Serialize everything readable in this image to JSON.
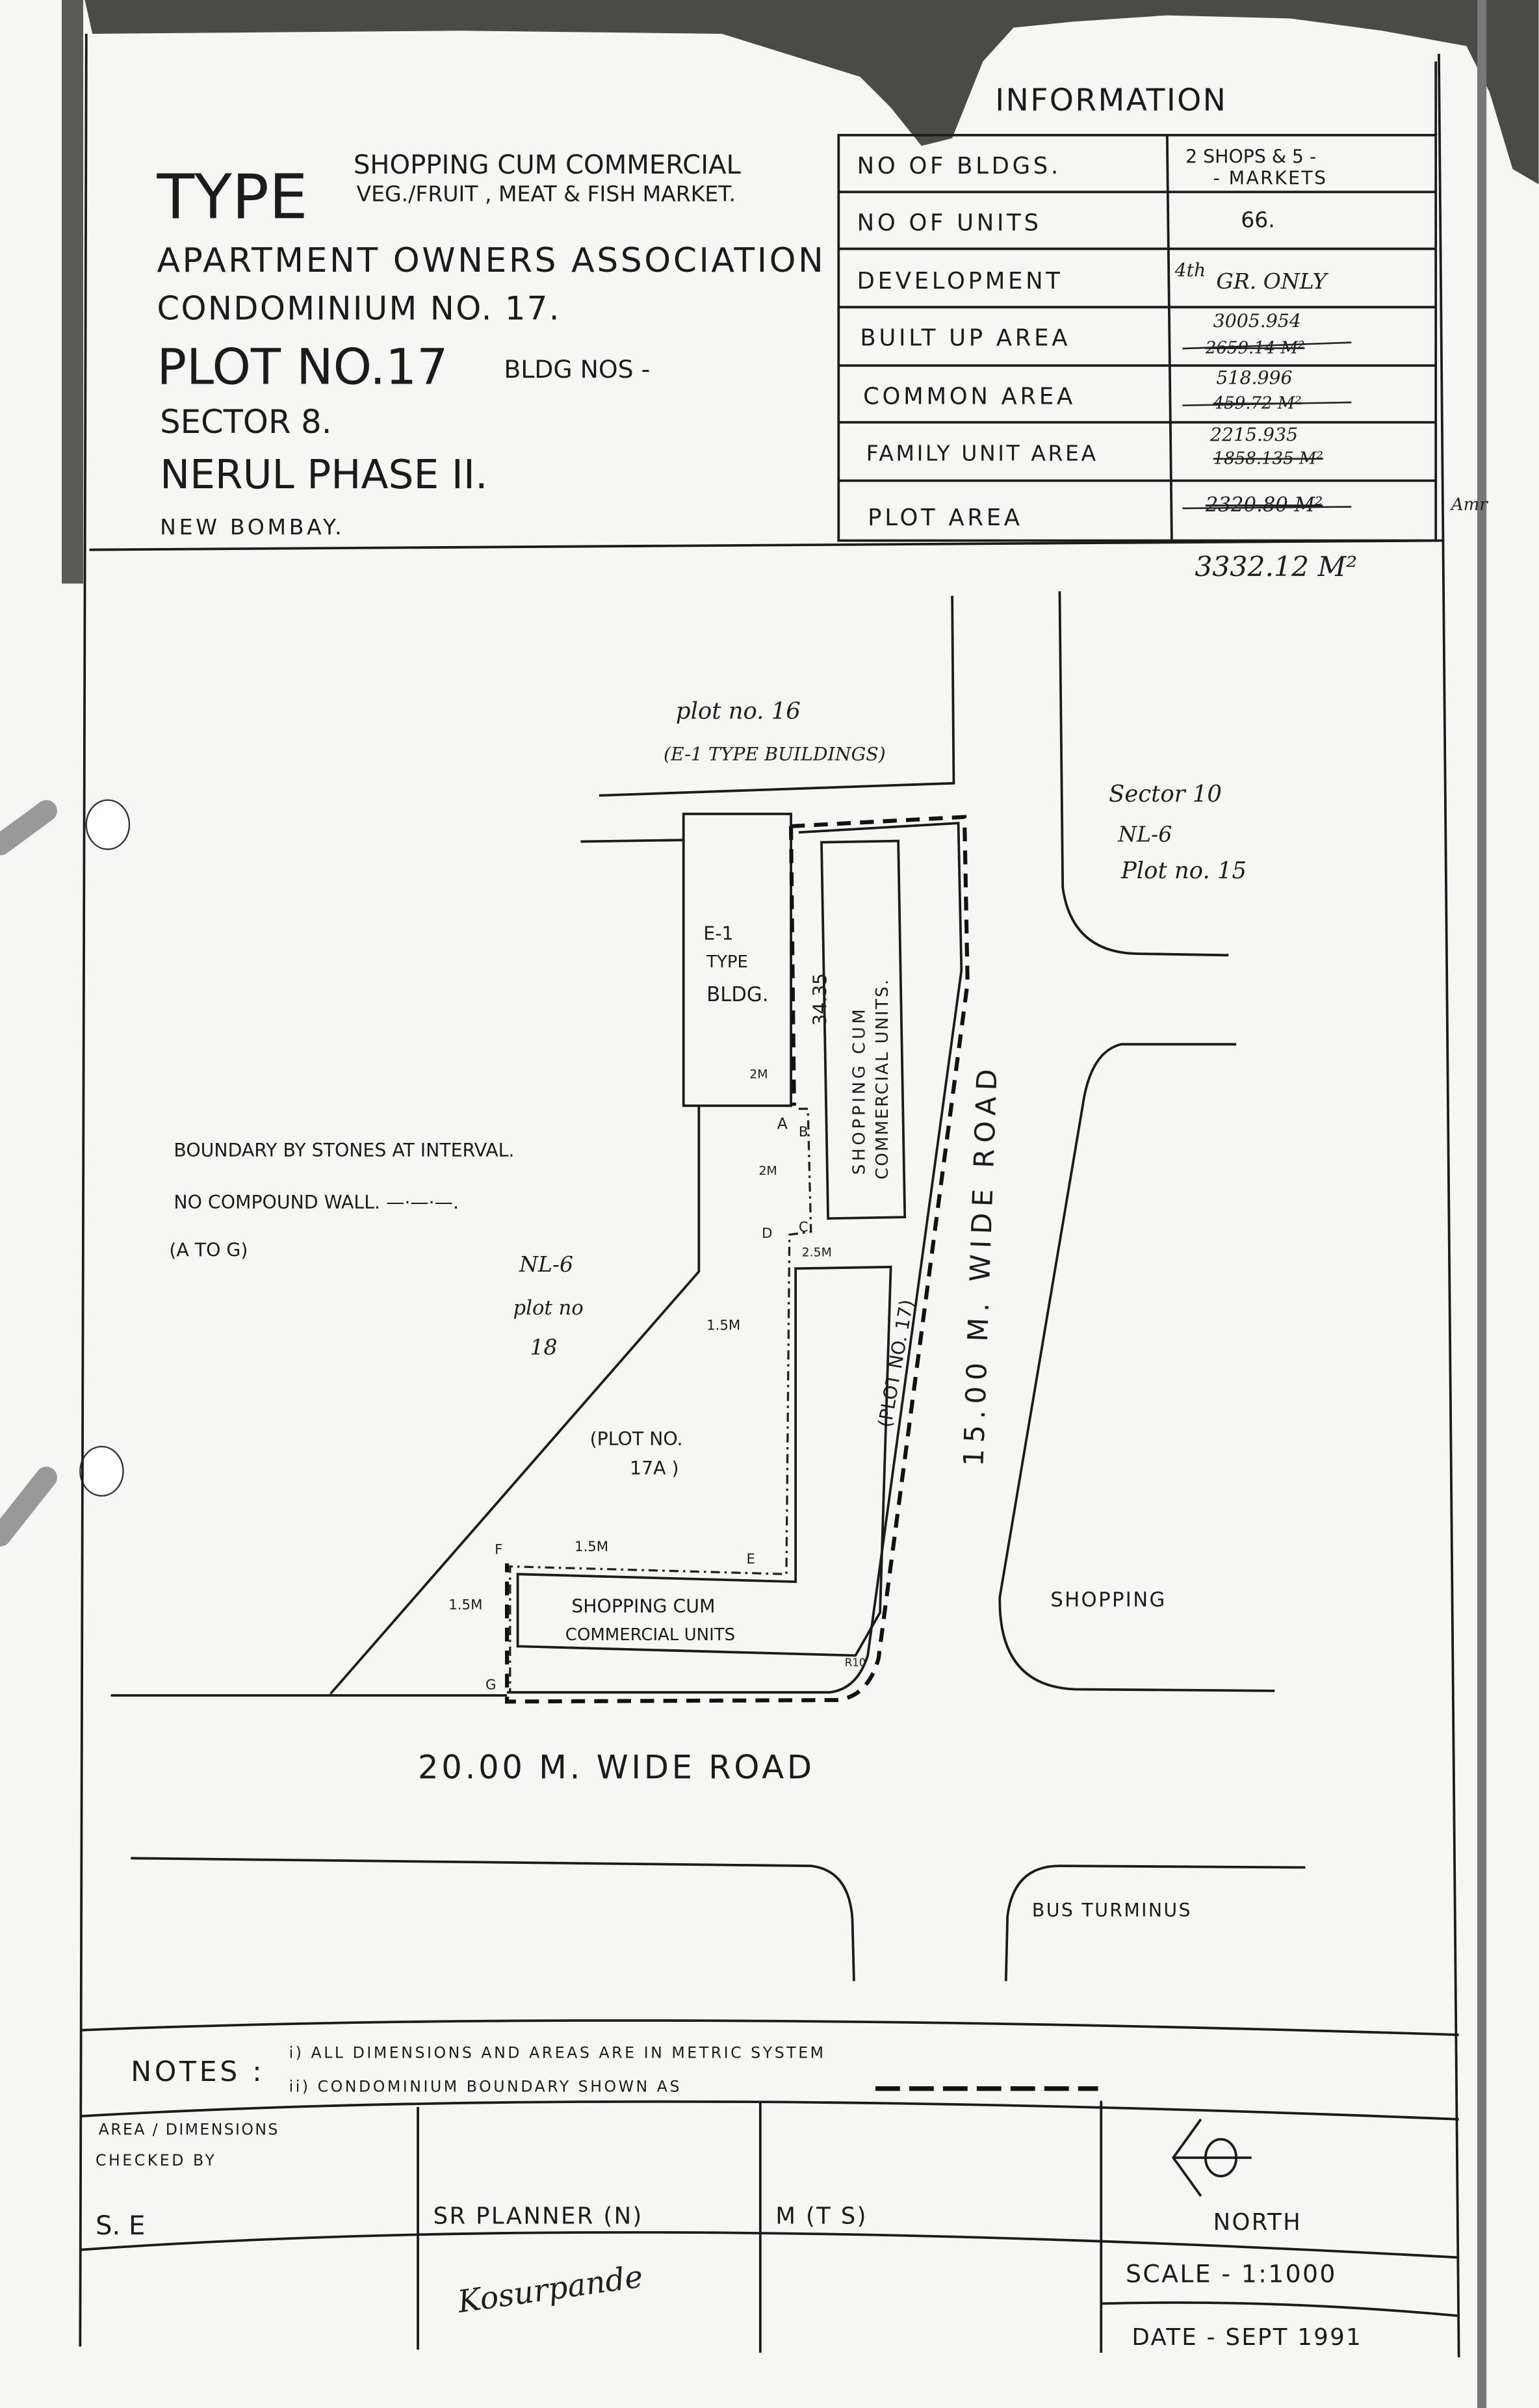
{
  "header": {
    "type_label": "TYPE",
    "type_line1": "SHOPPING CUM COMMERCIAL",
    "type_line2": "VEG./FRUIT , MEAT & FISH MARKET.",
    "association": "APARTMENT OWNERS ASSOCIATION",
    "condominium": "CONDOMINIUM NO. 17.",
    "plot": "PLOT NO.17",
    "bldg_nos": "BLDG NOS -",
    "sector": "SECTOR 8.",
    "node": "NERUL PHASE II.",
    "city": "NEW BOMBAY."
  },
  "information": {
    "title": "INFORMATION",
    "rows": [
      {
        "label": "NO OF BLDGS.",
        "value": "2 SHOPS & 5 -",
        "value2": "- MARKETS"
      },
      {
        "label": "NO OF UNITS",
        "value": "66."
      },
      {
        "label": "DEVELOPMENT",
        "value": "GR. ONLY",
        "note": "4th"
      },
      {
        "label": "BUILT UP AREA",
        "value": "3005.954",
        "struck": "2659.14 M²"
      },
      {
        "label": "COMMON AREA",
        "value": "518.996",
        "struck": "459.72 M²"
      },
      {
        "label": "FAMILY UNIT AREA",
        "value": "2215.935",
        "struck": "1858.135 M²"
      },
      {
        "label": "PLOT AREA",
        "struck": "2320.80 M²"
      }
    ],
    "revised_plot_area": "3332.12 M²",
    "margin_note": "Amr"
  },
  "plan": {
    "plot16": "plot no. 16",
    "plot16_type": "(E-1 TYPE BUILDINGS)",
    "sector10_1": "Sector 10",
    "sector10_2": "NL-6",
    "sector10_3": "Plot no. 15",
    "e1_1": "E-1",
    "e1_2": "TYPE",
    "e1_3": "BLDG.",
    "dim_3435": "34.35",
    "shop_units_vertical_1": "SHOPPING CUM",
    "shop_units_vertical_2": "COMMERCIAL UNITS.",
    "road_15m": "15.00 M. WIDE ROAD",
    "boundary_note1": "BOUNDARY BY STONES AT INTERVAL.",
    "boundary_note2": "NO COMPOUND WALL. —·—·—.",
    "boundary_note3": "(A TO G)",
    "nl6_1": "NL-6",
    "nl6_2": "plot no",
    "nl6_3": "18",
    "plot17a_1": "(PLOT NO.",
    "plot17a_2": "17A )",
    "plot17": "(PLOT NO. 17)",
    "dim_2m_a": "2M",
    "dim_2m_b": "2M",
    "dim_25m": "2.5M",
    "dim_15m_a": "1.5M",
    "dim_15m_b": "1.5M",
    "dim_15m_c": "1.5M",
    "pt_a": "A",
    "pt_b": "B",
    "pt_c": "C",
    "pt_d": "D",
    "pt_e": "E",
    "pt_f": "F",
    "pt_g": "G",
    "radius": "R10",
    "shop_units_1": "SHOPPING CUM",
    "shop_units_2": "COMMERCIAL UNITS",
    "road_20m": "20.00 M. WIDE ROAD",
    "shopping": "SHOPPING",
    "bus_terminus": "BUS TURMINUS"
  },
  "notes": {
    "label": "NOTES :",
    "note1": "i) ALL DIMENSIONS AND AREAS ARE IN METRIC SYSTEM",
    "note2": "ii) CONDOMINIUM BOUNDARY SHOWN AS"
  },
  "signoff": {
    "checked_by_1": "AREA / DIMENSIONS",
    "checked_by_2": "CHECKED BY",
    "se": "S. E",
    "sr_planner": "SR PLANNER (N)",
    "mts": "M (T S)",
    "north": "NORTH",
    "scale": "SCALE - 1:1000",
    "date": "DATE - SEPT 1991",
    "signature": "Kosurpande"
  }
}
